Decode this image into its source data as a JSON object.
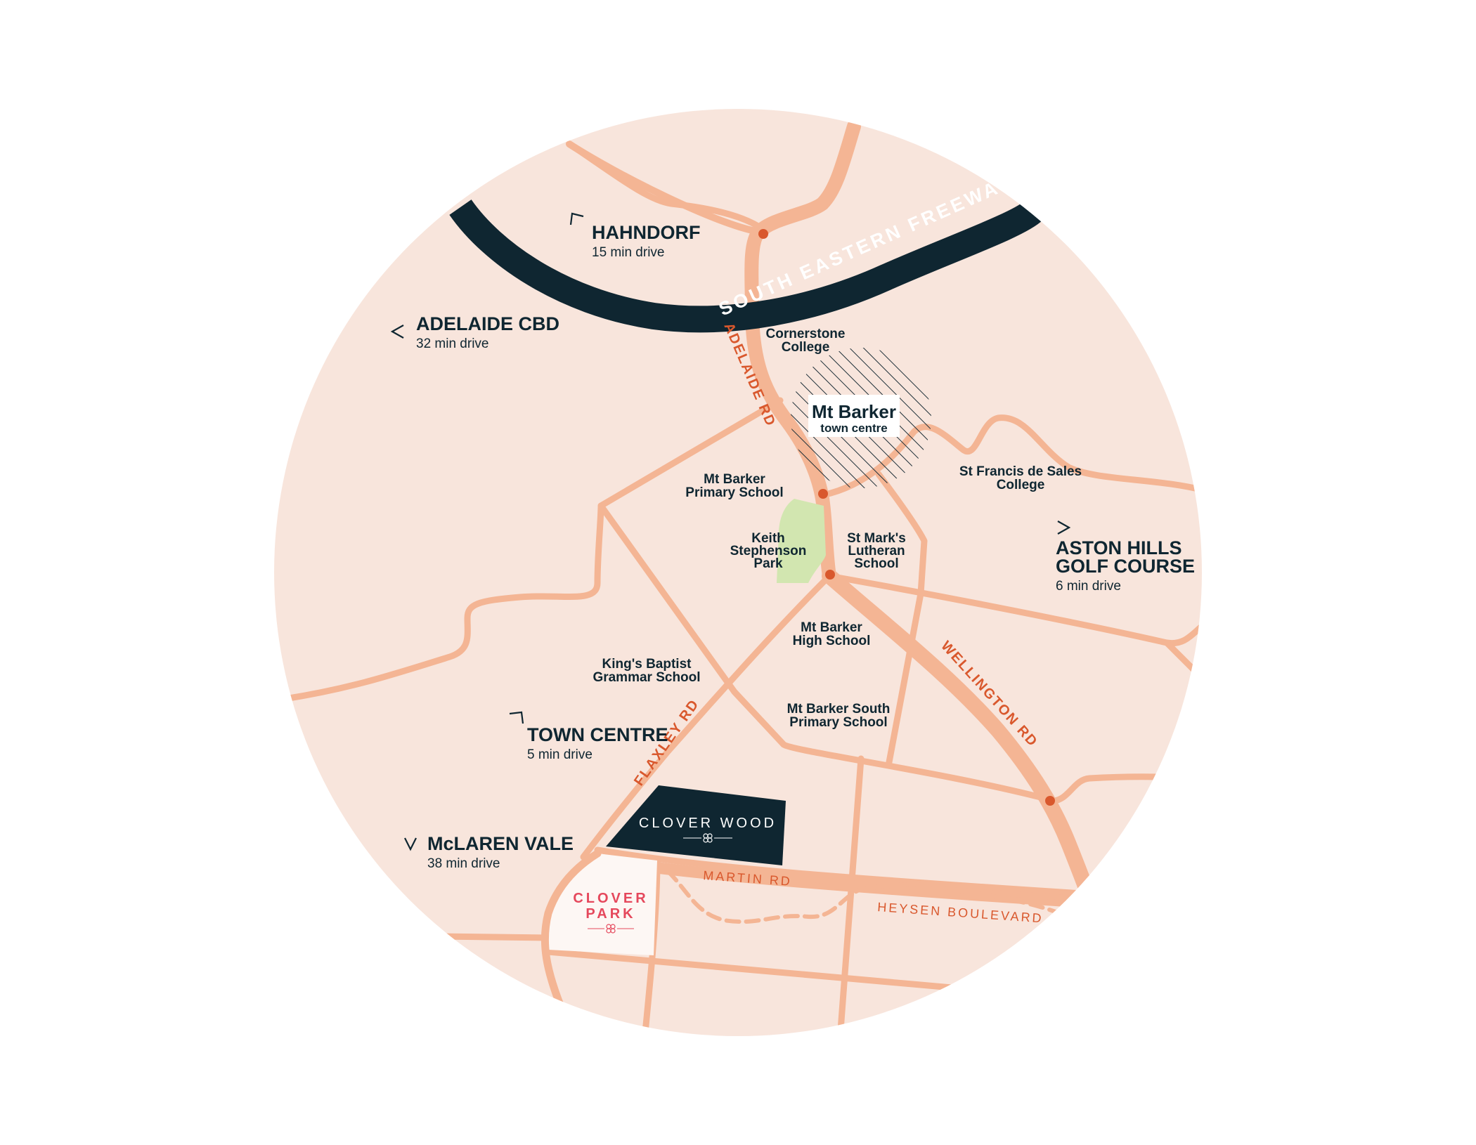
{
  "colors": {
    "background": "#ffffff",
    "land": "#f8e5dc",
    "road": "#f4b594",
    "freeway": "#0f2631",
    "road_label": "#d9582d",
    "junction": "#d9582d",
    "park": "#d2e6b0",
    "text": "#0f2631",
    "clover_park": "#e5485c"
  },
  "freeway": {
    "name": "SOUTH EASTERN FREEWAY"
  },
  "roads": {
    "adelaide": "ADELAIDE RD",
    "wellington": "WELLINGTON RD",
    "flaxley": "FLAXLEY RD",
    "martin": "MARTIN RD",
    "heysen": "HEYSEN BOULEVARD"
  },
  "destinations": {
    "hahndorf": {
      "name": "HAHNDORF",
      "time": "15 min drive",
      "arrow": "arrow-up-left-icon"
    },
    "adelaide_cbd": {
      "name": "ADELAIDE CBD",
      "time": "32 min drive",
      "arrow": "arrow-left-icon"
    },
    "aston_hills_line1": "ASTON HILLS",
    "aston_hills_line2": "GOLF COURSE",
    "aston_hills_time": "6 min drive",
    "town_centre": {
      "name": "TOWN CENTRE",
      "time": "5 min drive",
      "arrow": "arrow-up-right-icon"
    },
    "mclaren_vale": {
      "name": "McLAREN VALE",
      "time": "38 min drive",
      "arrow": "arrow-down-icon"
    }
  },
  "town_centre_badge": {
    "title": "Mt Barker",
    "subtitle": "town centre"
  },
  "poi": {
    "cornerstone_1": "Cornerstone",
    "cornerstone_2": "College",
    "mt_barker_primary_1": "Mt Barker",
    "mt_barker_primary_2": "Primary School",
    "keith_1": "Keith",
    "keith_2": "Stephenson",
    "keith_3": "Park",
    "st_marks_1": "St Mark's",
    "st_marks_2": "Lutheran",
    "st_marks_3": "School",
    "st_francis_1": "St Francis de Sales",
    "st_francis_2": "College",
    "high_1": "Mt Barker",
    "high_2": "High School",
    "kings_1": "King's Baptist",
    "kings_2": "Grammar School",
    "south_primary_1": "Mt Barker South",
    "south_primary_2": "Primary School"
  },
  "developments": {
    "clover_wood": "CLOVER WOOD",
    "clover_park_line1": "CLOVER",
    "clover_park_line2": "PARK",
    "emblem_icon": "four-leaf-clover-icon"
  }
}
